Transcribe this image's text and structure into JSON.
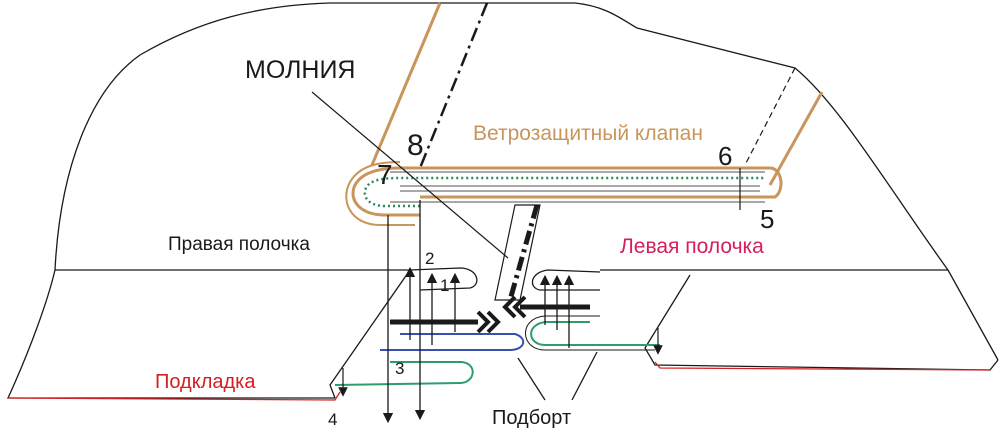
{
  "labels": {
    "zipper": "МОЛНИЯ",
    "wind_flap": "Ветрозащитный клапан",
    "right_front": "Правая полочка",
    "left_front": "Левая полочка",
    "lining": "Подкладка",
    "facing": "Подборт"
  },
  "numbers": {
    "n1": "1",
    "n2": "2",
    "n3": "3",
    "n4": "4",
    "n5": "5",
    "n6": "6",
    "n7": "7",
    "n8": "8"
  },
  "colors": {
    "outline": "#1a1a1a",
    "wind_flap": "#c8955a",
    "lining": "#d42020",
    "left_front_label": "#d61f5a",
    "facing_blue": "#3a4fb5",
    "facing_green": "#2e9d6c",
    "stitch_green": "#2e8b57"
  }
}
